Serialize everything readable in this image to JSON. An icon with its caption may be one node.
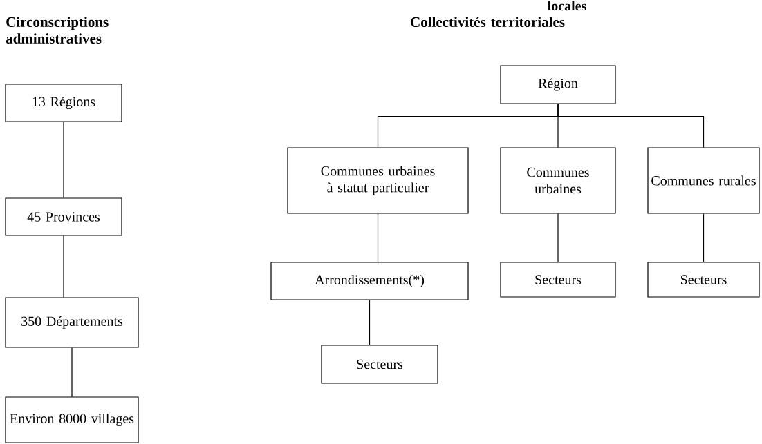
{
  "diagram": {
    "title": "locales",
    "nodes": [
      {
        "text": [
          "13 Régions"
        ]
      },
      {
        "text": [
          "45 Provinces"
        ]
      },
      {
        "text": [
          "350 Départements"
        ]
      },
      {
        "text": [
          "Environ 8000 villages"
        ]
      },
      {
        "text": [
          "Région"
        ]
      },
      {
        "text": [
          "Communes urbaines à statut particulier"
        ]
      },
      {
        "text": [
          "Communes urbaines"
        ]
      },
      {
        "text": [
          "Communes rurales"
        ]
      },
      {
        "text": [
          "Arrondissements(*)"
        ]
      },
      {
        "text": [
          "Secteurs"
        ]
      },
      {
        "text": [
          "Secteurs"
        ]
      },
      {
        "text": [
          "Secteurs"
        ]
      }
    ],
    "edges": [
      {
        "from": 0,
        "to": 1,
        "arrow": "none"
      },
      {
        "from": 1,
        "to": 2,
        "arrow": "none"
      },
      {
        "from": 2,
        "to": 3,
        "arrow": "none"
      },
      {
        "from": 4,
        "to": 5,
        "arrow": "none"
      },
      {
        "from": 4,
        "to": 6,
        "arrow": "none"
      },
      {
        "from": 4,
        "to": 7,
        "arrow": "none"
      },
      {
        "from": 5,
        "to": 8,
        "arrow": "none"
      },
      {
        "from": 8,
        "to": 11,
        "arrow": "none"
      },
      {
        "from": 6,
        "to": 9,
        "arrow": "none"
      },
      {
        "from": 7,
        "to": 10,
        "arrow": "none"
      }
    ],
    "labels": [
      "Circonscriptions administratives",
      "Collectivités territoriales"
    ]
  }
}
